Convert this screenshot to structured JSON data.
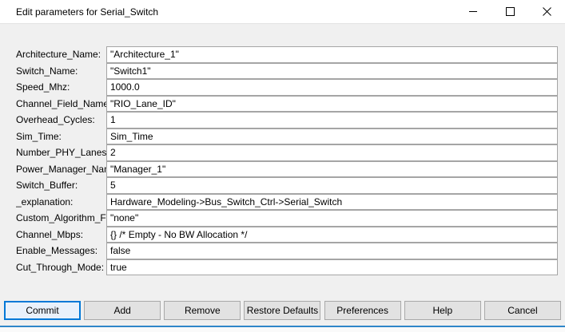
{
  "window": {
    "title": "Edit parameters for Serial_Switch"
  },
  "fields": [
    {
      "label": "Architecture_Name:",
      "value": "\"Architecture_1\""
    },
    {
      "label": "Switch_Name:",
      "value": "\"Switch1\""
    },
    {
      "label": "Speed_Mhz:",
      "value": "1000.0"
    },
    {
      "label": "Channel_Field_Name:",
      "value": "\"RIO_Lane_ID\""
    },
    {
      "label": "Overhead_Cycles:",
      "value": "1"
    },
    {
      "label": "Sim_Time:",
      "value": "Sim_Time"
    },
    {
      "label": "Number_PHY_Lanes:",
      "value": "2"
    },
    {
      "label": "Power_Manager_Name:",
      "value": "\"Manager_1\""
    },
    {
      "label": "Switch_Buffer:",
      "value": "5"
    },
    {
      "label": "_explanation:",
      "value": "Hardware_Modeling->Bus_Switch_Ctrl->Serial_Switch"
    },
    {
      "label": "Custom_Algorithm_File:",
      "value": "\"none\""
    },
    {
      "label": "Channel_Mbps:",
      "value": "{} /* Empty - No BW Allocation */"
    },
    {
      "label": "Enable_Messages:",
      "value": "false"
    },
    {
      "label": "Cut_Through_Mode:",
      "value": "true"
    }
  ],
  "buttons": [
    {
      "label": "Commit",
      "default": true
    },
    {
      "label": "Add"
    },
    {
      "label": "Remove"
    },
    {
      "label": "Restore Defaults"
    },
    {
      "label": "Preferences"
    },
    {
      "label": "Help"
    },
    {
      "label": "Cancel"
    }
  ],
  "colors": {
    "accent": "#0078d7",
    "window_bottom_border": "#2f86c9",
    "dialog_background": "#f0f0f0",
    "titlebar_background": "#ffffff"
  }
}
